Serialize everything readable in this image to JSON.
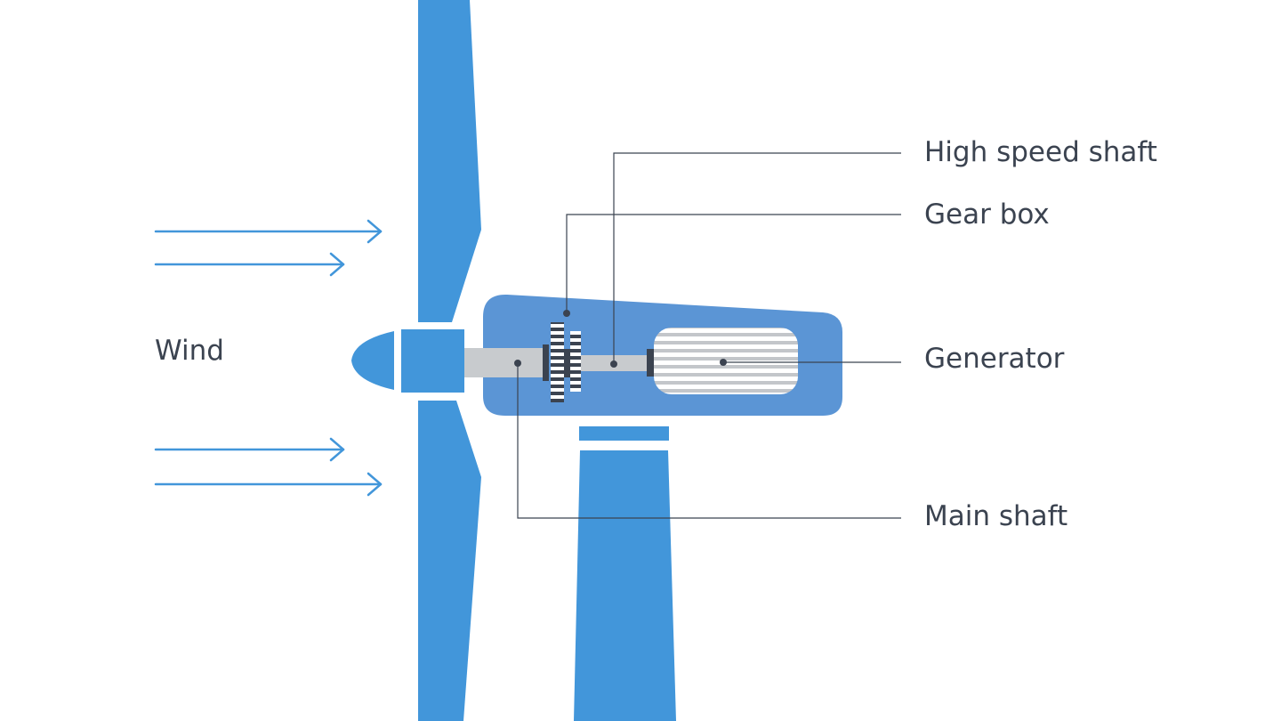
{
  "labels": {
    "wind": "Wind",
    "high_speed_shaft": "High speed shaft",
    "gear_box": "Gear box",
    "generator": "Generator",
    "main_shaft": "Main shaft"
  },
  "colors": {
    "blade_blue": "#4296da",
    "nacelle_blue": "#5b95d5",
    "shaft_grey": "#c8cbce",
    "gear_dark": "#3b4350",
    "leader_line": "#3b4350",
    "text": "#3b4350"
  }
}
